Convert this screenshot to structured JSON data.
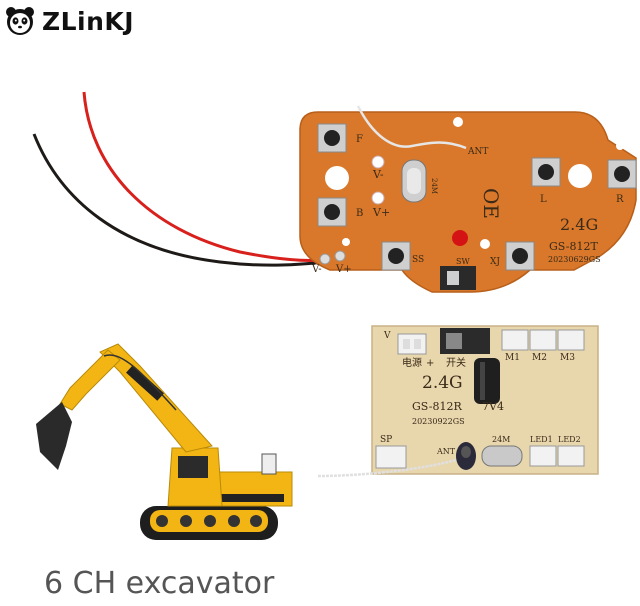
{
  "brand": {
    "name": "ZLinKJ",
    "icon": "panda-logo-icon"
  },
  "caption": "6 CH excavator",
  "transmitter": {
    "model": "2.4G",
    "part": "GS-812T",
    "date": "20230629GS",
    "crystal": "24M",
    "ant": "ANT",
    "labels": {
      "f": "F",
      "b": "B",
      "l": "L",
      "r": "R",
      "ss": "SS",
      "sw": "SW",
      "xj": "XJ",
      "vminus": "V-",
      "vplus": "V+",
      "vminus2": "V-",
      "vplus2": "V+",
      "oe": "OE"
    }
  },
  "receiver": {
    "model": "2.4G",
    "part": "GS-812R",
    "voltage": "7V4",
    "date": "20230922GS",
    "labels": {
      "v": "V",
      "power": "电源",
      "plus": "+",
      "switch": "开关",
      "m1": "M1",
      "m2": "M2",
      "m3": "M3",
      "sp": "SP",
      "ant": "ANT",
      "xtal": "24M",
      "led1": "LED1",
      "led2": "LED2"
    }
  },
  "colors": {
    "pcb_orange": "#d9782a",
    "pcb_cream": "#e8d6ad",
    "excavator_yellow": "#f2b514",
    "wire_red": "#d8201c",
    "wire_black": "#1e1a18"
  }
}
